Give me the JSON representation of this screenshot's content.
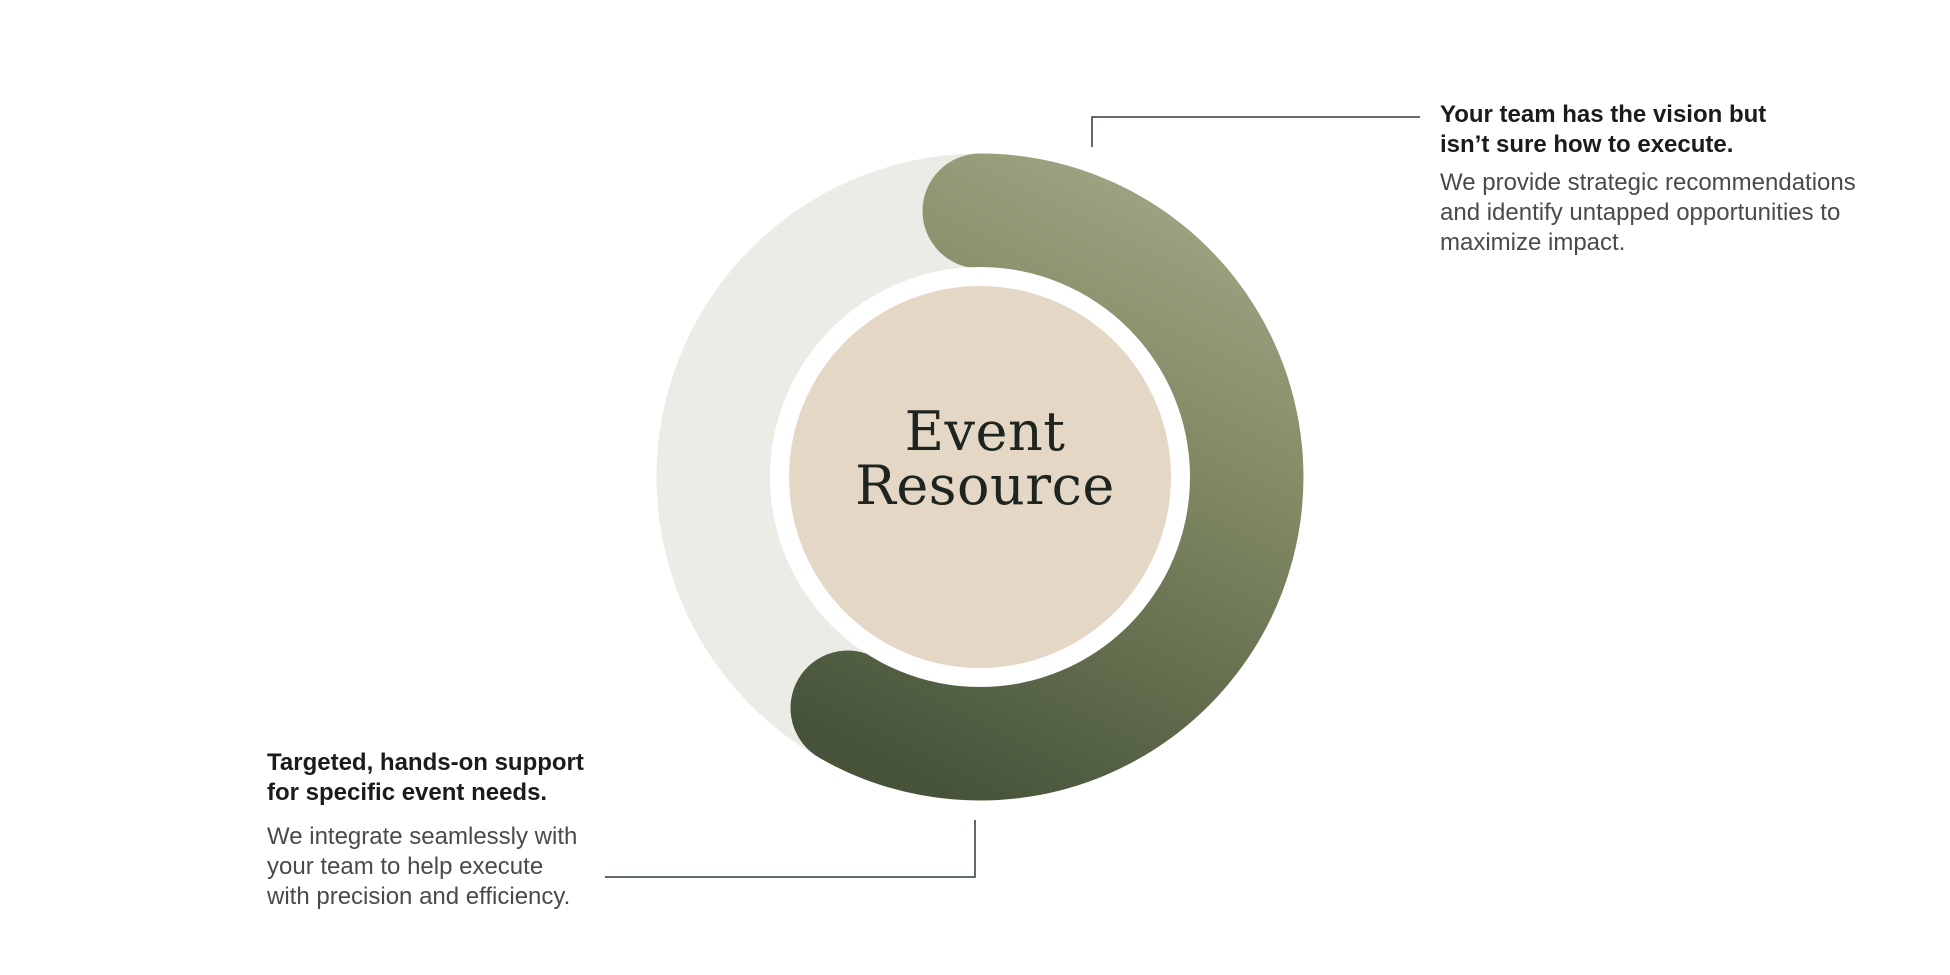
{
  "center": {
    "line1": "Event",
    "line2": "Resource"
  },
  "callouts": {
    "top_right": {
      "heading_line1": "Your team has the vision but",
      "heading_line2": "isn’t sure how to execute.",
      "body_line1": "We provide strategic recommendations",
      "body_line2": "and identify untapped opportunities to",
      "body_line3": "maximize impact."
    },
    "bottom_left": {
      "heading_line1": "Targeted, hands-on support",
      "heading_line2": "for specific event needs.",
      "body_line1": "We integrate seamlessly with",
      "body_line2": "your team to help execute",
      "body_line3": "with precision and efficiency."
    }
  },
  "colors": {
    "ring_track": "#ecece6",
    "arc_light": "#a3a886",
    "arc_mid": "#7b845f",
    "arc_dark": "#46533a",
    "inner_disc": "#e4d7c6",
    "title_text": "#1e2520",
    "leader_line": "#2f3a34"
  }
}
